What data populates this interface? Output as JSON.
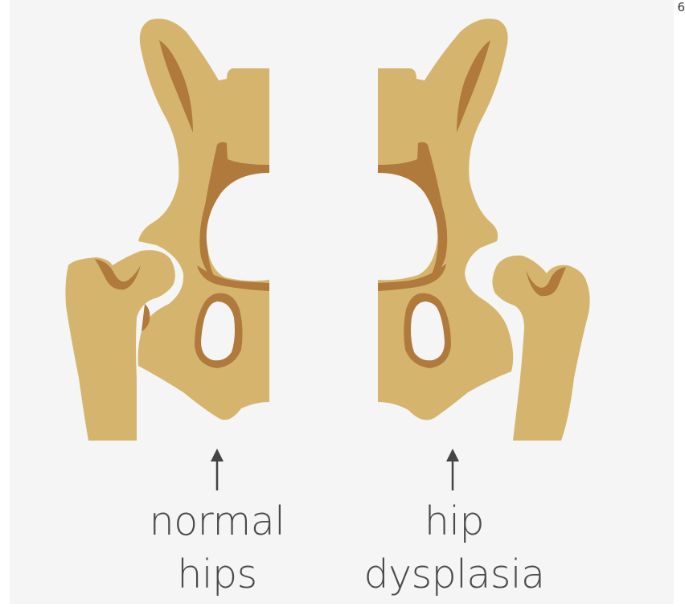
{
  "corner_mark": "6",
  "colors": {
    "background": "#f5f5f5",
    "bone": "#d5b56d",
    "bone_shadow": "#b07a3c",
    "text": "#4a4a4a",
    "arrow": "#444444"
  },
  "labels": {
    "normal": {
      "line1": "normal",
      "line2": "hips"
    },
    "dysplasia": {
      "line1": "hip",
      "line2": "dysplasia"
    }
  },
  "icons": {
    "arrow": "up-arrow-icon"
  }
}
